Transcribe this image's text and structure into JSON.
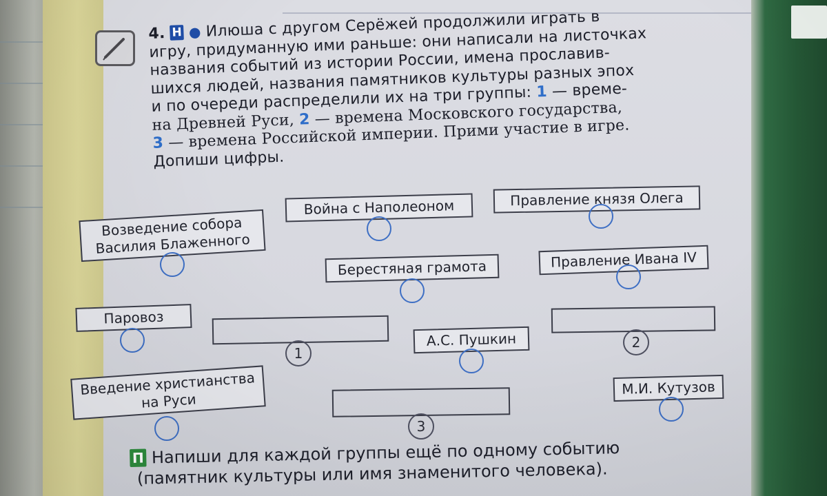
{
  "task": {
    "number": "4.",
    "badge": "Н",
    "lines": [
      "Илюша с другом Серёжей продолжили играть в",
      "игру, придуманную ими раньше: они написали на листочках",
      "названия событий из истории России, имена прославив-",
      "шихся людей, названия памятников культуры разных эпох"
    ],
    "line5_a": "и по очереди распределили их на три группы: ",
    "g1": "1",
    "line5_b": " — време-",
    "line6_a": "на Древней Руси, ",
    "g2": "2",
    "line6_b": " — времена Московского государства,",
    "g3": "3",
    "line7_b": " — времена Российской империи. Прими участие в игре.",
    "line8": "Допиши цифры."
  },
  "cards": {
    "sobor": "Возведение собора Василия Блаженного",
    "napoleon": "Война с Наполеоном",
    "oleg": "Правление князя Олега",
    "gramota": "Берестяная грамота",
    "ivan": "Правление Ивана IV",
    "parovoz": "Паровоз",
    "pushkin": "А.С. Пушкин",
    "christianity": "Введение христианства на Руси",
    "kutuzov": "М.И. Кутузов"
  },
  "groups": {
    "g1": "1",
    "g2": "2",
    "g3": "3"
  },
  "bottom": {
    "badge": "П",
    "line1": "Напиши для каждой группы ещё по одному событию",
    "line2": "(памятник культуры или имя знаменитого человека)."
  },
  "colors": {
    "accent_blue": "#2f6ec9",
    "badge_green": "#2d8b3d"
  }
}
